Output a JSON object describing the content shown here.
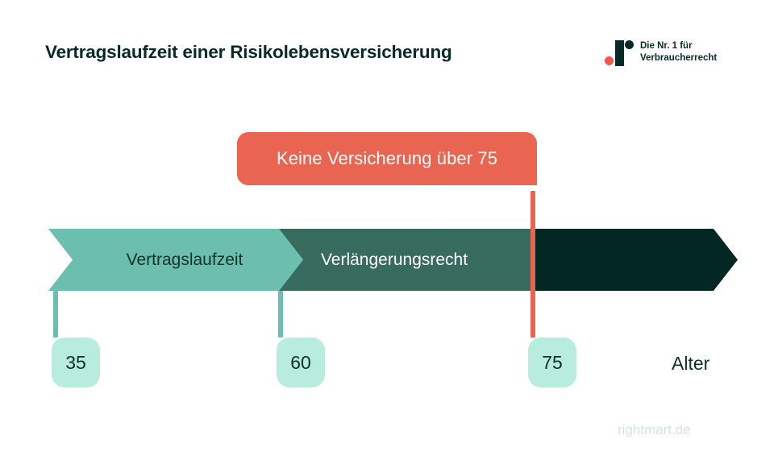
{
  "header": {
    "title": "Vertragslaufzeit einer Risikolebensversicherung",
    "brand": {
      "line1": "Die Nr. 1 für",
      "line2": "Verbraucherrecht",
      "mark_icon": "rightmart-logo-icon"
    }
  },
  "callout": {
    "text": "Keine Versicherung über 75",
    "color": "#EA6452"
  },
  "chart_data": {
    "type": "bar",
    "title": "Vertragslaufzeit einer Risikolebensversicherung",
    "subtitle": "",
    "orientation": "horizontal-timeline",
    "xlabel": "Alter",
    "ylabel": "",
    "xlim": [
      35,
      90
    ],
    "grid": false,
    "legend": "none",
    "annotations": [
      {
        "text": "Keine Versicherung über 75",
        "at_x": 75,
        "color": "#EA6452"
      }
    ],
    "categories": [
      "Vertragslaufzeit",
      "Verlängerungsrecht",
      ""
    ],
    "segments": [
      {
        "label": "Vertragslaufzeit",
        "start": 35,
        "end": 60,
        "value": 25,
        "color": "#6CBFAE",
        "text_color": "#10332C"
      },
      {
        "label": "Verlängerungsrecht",
        "start": 60,
        "end": 75,
        "value": 15,
        "color": "#376B5E",
        "text_color": "#FFFFFF"
      },
      {
        "label": "",
        "start": 75,
        "end": 90,
        "value": 15,
        "color": "#032823",
        "text_color": "#FFFFFF"
      }
    ],
    "tick_labels": [
      "35",
      "60",
      "75"
    ],
    "tick_values": [
      35,
      60,
      75
    ]
  },
  "timeline": {
    "segments": [
      {
        "label": "Vertragslaufzeit"
      },
      {
        "label": "Verlängerungsrecht"
      },
      {
        "label": ""
      }
    ],
    "markers": [
      {
        "value": "35",
        "accent": "#6CBFAE"
      },
      {
        "value": "60",
        "accent": "#6CBFAE"
      },
      {
        "value": "75",
        "accent": "#EA6452"
      }
    ],
    "axis_label": "Alter"
  },
  "footer": {
    "watermark": "rightmart.de"
  }
}
